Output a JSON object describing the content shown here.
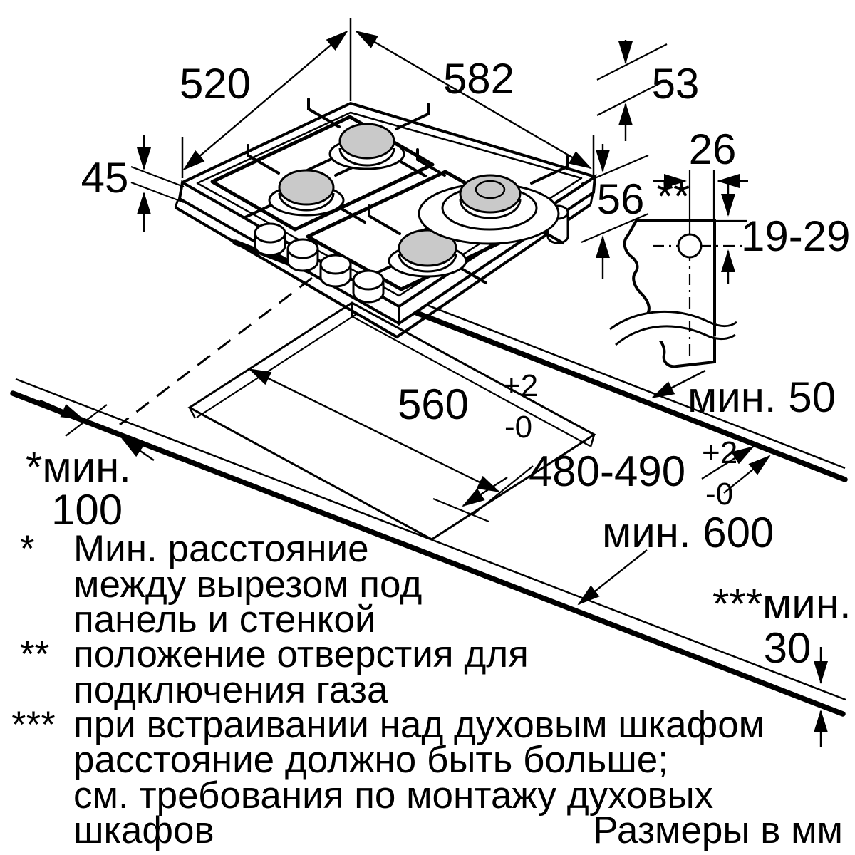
{
  "colors": {
    "ink": "#000000",
    "burner_cap": "#c9c9c9",
    "background": "#ffffff"
  },
  "dimensions": {
    "hob_width": "582",
    "hob_depth": "520",
    "edge_height_right": "53",
    "edge_height_left": "45",
    "body_height": "56",
    "gas_hole_offset": "26",
    "gas_hole_marker": "**",
    "gas_hole_range": "19-29",
    "cutout_width": "560",
    "cutout_width_tol_plus": "+2",
    "cutout_width_tol_minus": "-0",
    "cutout_depth": "480-490",
    "cutout_depth_tol_plus": "+2",
    "cutout_depth_tol_minus": "-0",
    "min_clearance_back": "мин. 50",
    "min_clearance_side_label": "*мин.",
    "min_clearance_side_value": "100",
    "worktop_depth_min": "мин. 600",
    "min_thickness_label": "***мин.",
    "min_thickness_value": "30"
  },
  "footnotes": [
    {
      "marker": "*",
      "lines": [
        "Мин. расстояние",
        "между вырезом под",
        "панель и стенкой"
      ]
    },
    {
      "marker": "**",
      "lines": [
        "положение отверстия для",
        "подключения газа"
      ]
    },
    {
      "marker": "***",
      "lines": [
        "при встраивании над духовым шкафом",
        "расстояние должно быть больше;",
        "см. требования по монтажу духовых",
        "шкафов"
      ]
    }
  ],
  "units_note": "Размеры в мм"
}
